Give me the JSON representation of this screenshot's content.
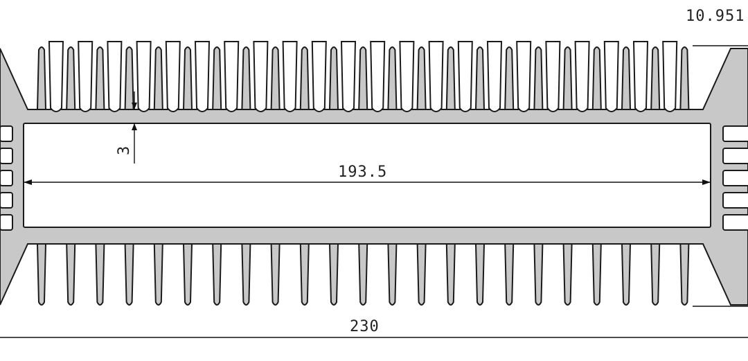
{
  "drawing": {
    "type": "heatsink-extrusion-profile",
    "dimensions": {
      "fin_pitch_top_right": "10.951",
      "inner_width": "193.5",
      "base_thickness": "3",
      "overall_width": "230"
    },
    "colors": {
      "profile_fill": "#c8c8c8",
      "outline": "#1a1a1a",
      "background": "#ffffff"
    }
  }
}
